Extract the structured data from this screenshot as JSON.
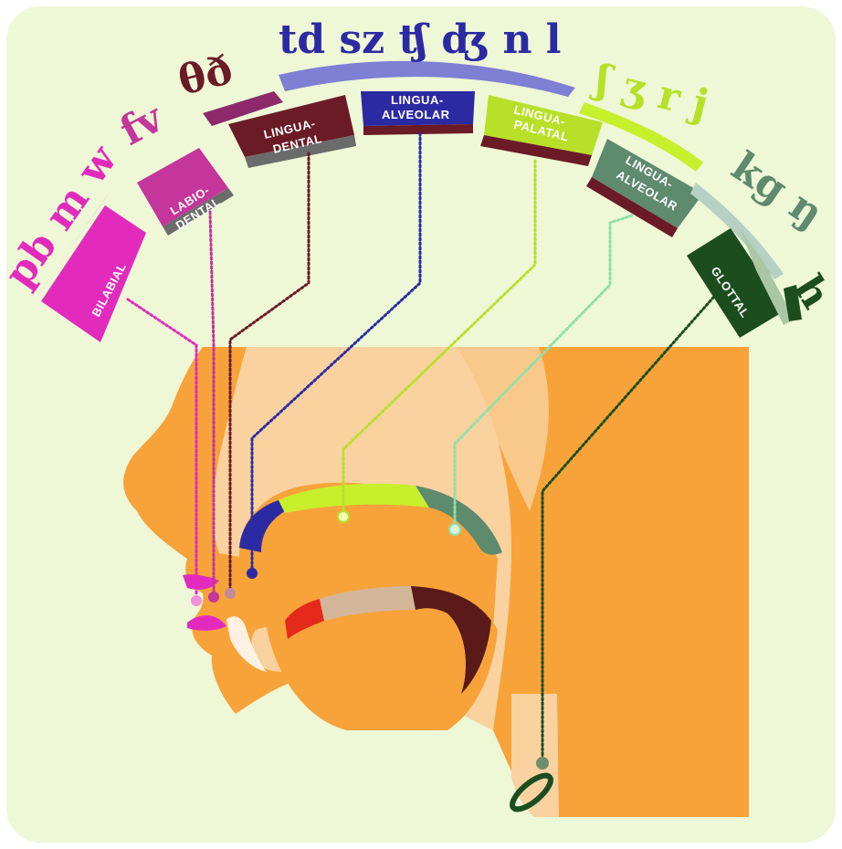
{
  "places": [
    {
      "id": "bilabial",
      "lines": [
        "BILABIAL"
      ],
      "phonemes": "pb m w",
      "color": "#e22bbd",
      "stripe": "#f38fdf"
    },
    {
      "id": "labiodental",
      "lines": [
        "LABIO-",
        "DENTAL"
      ],
      "phonemes": "fv",
      "color": "#c4369b",
      "stripe": "#ad3f8d"
    },
    {
      "id": "linguadental",
      "lines": [
        "LINGUA-",
        "DENTAL"
      ],
      "phonemes": "θð",
      "color": "#6b1b26",
      "stripe": "#8e2a6b"
    },
    {
      "id": "lingua-alveolar-front",
      "lines": [
        "LINGUA-",
        "ALVEOLAR"
      ],
      "phonemes": "td sz ʧ ʤ n l",
      "color": "#2c2aa3",
      "stripe": "#2c2aa3"
    },
    {
      "id": "linguapalatal",
      "lines": [
        "LINGUA-",
        "PALATAL"
      ],
      "phonemes": "ʃ ʒ r j",
      "color": "#b8e028",
      "stripe": "#b8e028"
    },
    {
      "id": "lingua-alveolar-back",
      "lines": [
        "LINGUA-",
        "ALVEOLAR"
      ],
      "phonemes": "kg ŋ",
      "color": "#5e8a6e",
      "stripe": "#5e8a6e"
    },
    {
      "id": "glottal",
      "lines": [
        "GLOTTAL"
      ],
      "phonemes": "h",
      "color": "#1b4d1f",
      "stripe": "#1b4d1f"
    }
  ],
  "colors": {
    "background": "#eef7d6",
    "skin": "#f7a33a",
    "skin_light": "#f9d2a0",
    "frame": "#ffffff"
  }
}
